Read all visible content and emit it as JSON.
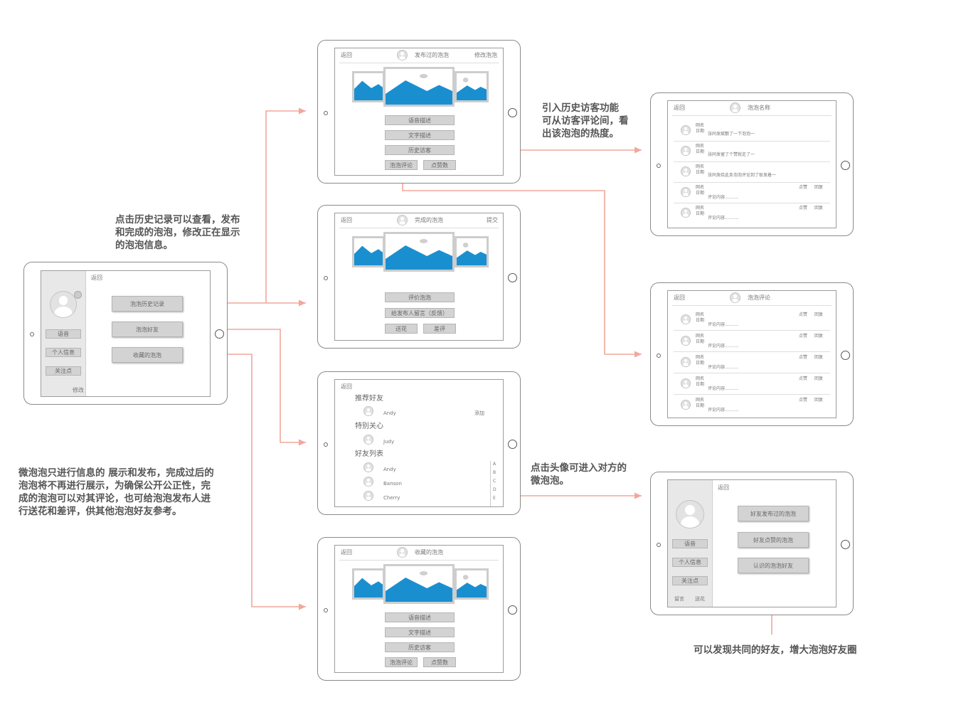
{
  "notes": {
    "history": [
      "点击历史记录可以查看，发布",
      "和完成的泡泡，修改正在显示",
      "的泡泡信息。"
    ],
    "visitors": [
      "引入历史访客功能",
      "可从访客评论间，看",
      "出该泡泡的热度。"
    ],
    "avatar": [
      "点击头像可进入对方的",
      "微泡泡。"
    ],
    "intro": [
      "微泡泡只进行信息的 展示和发布，完成过后的",
      "泡泡将不再进行展示，为确保公开公正性，完",
      "成的泡泡可以对其评论，也可给泡泡发布人进",
      "行送花和差评，供其他泡泡好友参考。"
    ],
    "friends": "可以发现共同的好友，增大泡泡好友圈"
  },
  "profile": {
    "back": "返回",
    "voice": "语音",
    "info": "个人信息",
    "focus": "关注点",
    "edit": "修改",
    "history_btn": "泡泡历史记录",
    "friends_btn": "泡泡好友",
    "fav_btn": "收藏的泡泡"
  },
  "published": {
    "back": "返回",
    "title": "发布过的泡泡",
    "edit": "修改泡泡",
    "voice_desc": "语音描述",
    "text_desc": "文字描述",
    "visitors": "历史访客",
    "comments": "泡泡评论",
    "likes": "点赞数"
  },
  "completed": {
    "back": "返回",
    "title": "完成的泡泡",
    "submit": "提交",
    "rate": "评价泡泡",
    "message": "给发布人留言（反馈）",
    "flower": "送花",
    "bad": "差评"
  },
  "friends": {
    "back": "返回",
    "recommend": "推荐好友",
    "add": "添加",
    "special": "特别关心",
    "list": "好友列表",
    "names": [
      "Andy",
      "Judy",
      "Andy",
      "Banson",
      "Cherry"
    ],
    "letters": [
      "A",
      "B",
      "C",
      "D",
      "E"
    ]
  },
  "favorites": {
    "back": "返回",
    "title": "收藏的泡泡",
    "voice_desc": "语音描述",
    "text_desc": "文字描述",
    "visitors": "历史访客",
    "comments": "泡泡评论",
    "likes": "点赞数"
  },
  "visitor_list": {
    "back": "返回",
    "title": "泡泡名称",
    "name": "网名",
    "date": "日期",
    "messages": [
      "张同发赋敷了一下泡泡一",
      "张同发留了个赞就走了一",
      "张同发给此条泡泡评论到了耿发着一",
      "评论内容..........",
      "评论内容.........."
    ],
    "like": "点赞",
    "reply": "回复"
  },
  "comment_list": {
    "back": "返回",
    "title": "泡泡评论",
    "name": "网名",
    "date": "日期",
    "content": "评论内容..........",
    "like": "点赞",
    "reply": "回复"
  },
  "friend_profile": {
    "back": "返回",
    "voice": "语音",
    "info": "个人信息",
    "focus": "关注点",
    "msg": "留言",
    "flower": "送花",
    "published_btn": "好友发布过的泡泡",
    "liked_btn": "好友点赞的泡泡",
    "mutual_btn": "认识的泡泡好友"
  },
  "colors": {
    "arrow": "#f2a79b",
    "image_blue": "#1a8fd0"
  }
}
